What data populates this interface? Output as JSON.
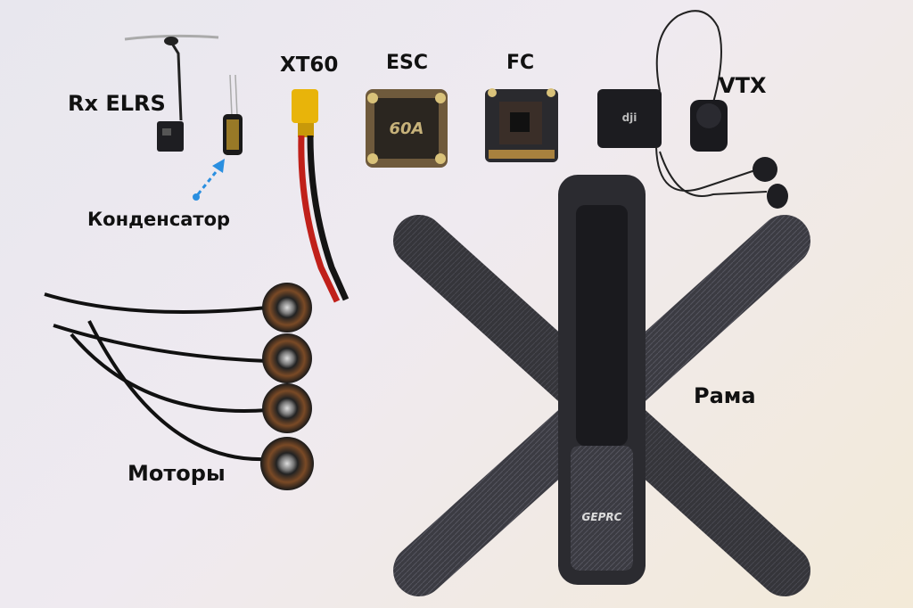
{
  "labels": {
    "rx": "Rx ELRS",
    "capacitor": "Конденсатор",
    "xt60": "XT60",
    "esc": "ESC",
    "fc": "FC",
    "vtx": "VTX",
    "frame": "Рама",
    "motors": "Моторы"
  },
  "printed_text": {
    "esc_board": "60A",
    "dji_logo": "dji",
    "frame_logo": "GEPRC"
  },
  "colors": {
    "accent_arrow": "#2a8fe0",
    "carbon": "#3a3a40",
    "pcb_gold": "#8a6a40",
    "motor_copper": "#9a5a2a",
    "wire_red": "#c0201a"
  }
}
